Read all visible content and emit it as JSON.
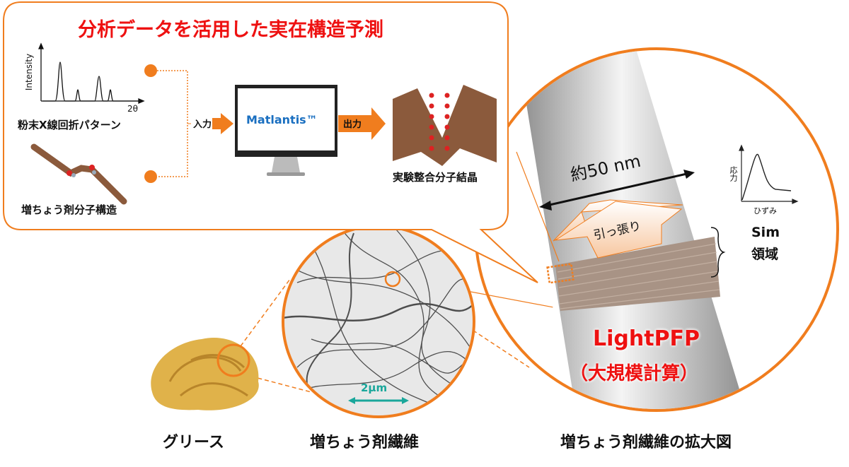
{
  "title": "分析データを活用した実在構造予測",
  "xrd": {
    "ylabel": "Intensity",
    "xlabel": "2θ",
    "caption": "粉末X線回折パターン"
  },
  "molecule_caption": "増ちょう剤分子構造",
  "input_label": "入力",
  "output_label": "出力",
  "software": "Matlantis™",
  "crystal_caption": "実験整合分子結晶",
  "fiber": {
    "width_label": "約50 nm",
    "pull_label": "引っ張り",
    "sim_label_1": "Sim",
    "sim_label_2": "領域",
    "method_1": "LightPFP",
    "method_2": "（大規模計算）"
  },
  "stress_strain": {
    "ylabel": "応力",
    "xlabel": "ひずみ"
  },
  "scale_bar": "2μm",
  "bottom_captions": [
    "グリース",
    "増ちょう剤繊維",
    "増ちょう剤繊維の拡大図"
  ],
  "colors": {
    "accent": "#f07d1e",
    "title_red": "#ee1111",
    "software_blue": "#1a6fc0",
    "teal": "#1aa79b"
  }
}
